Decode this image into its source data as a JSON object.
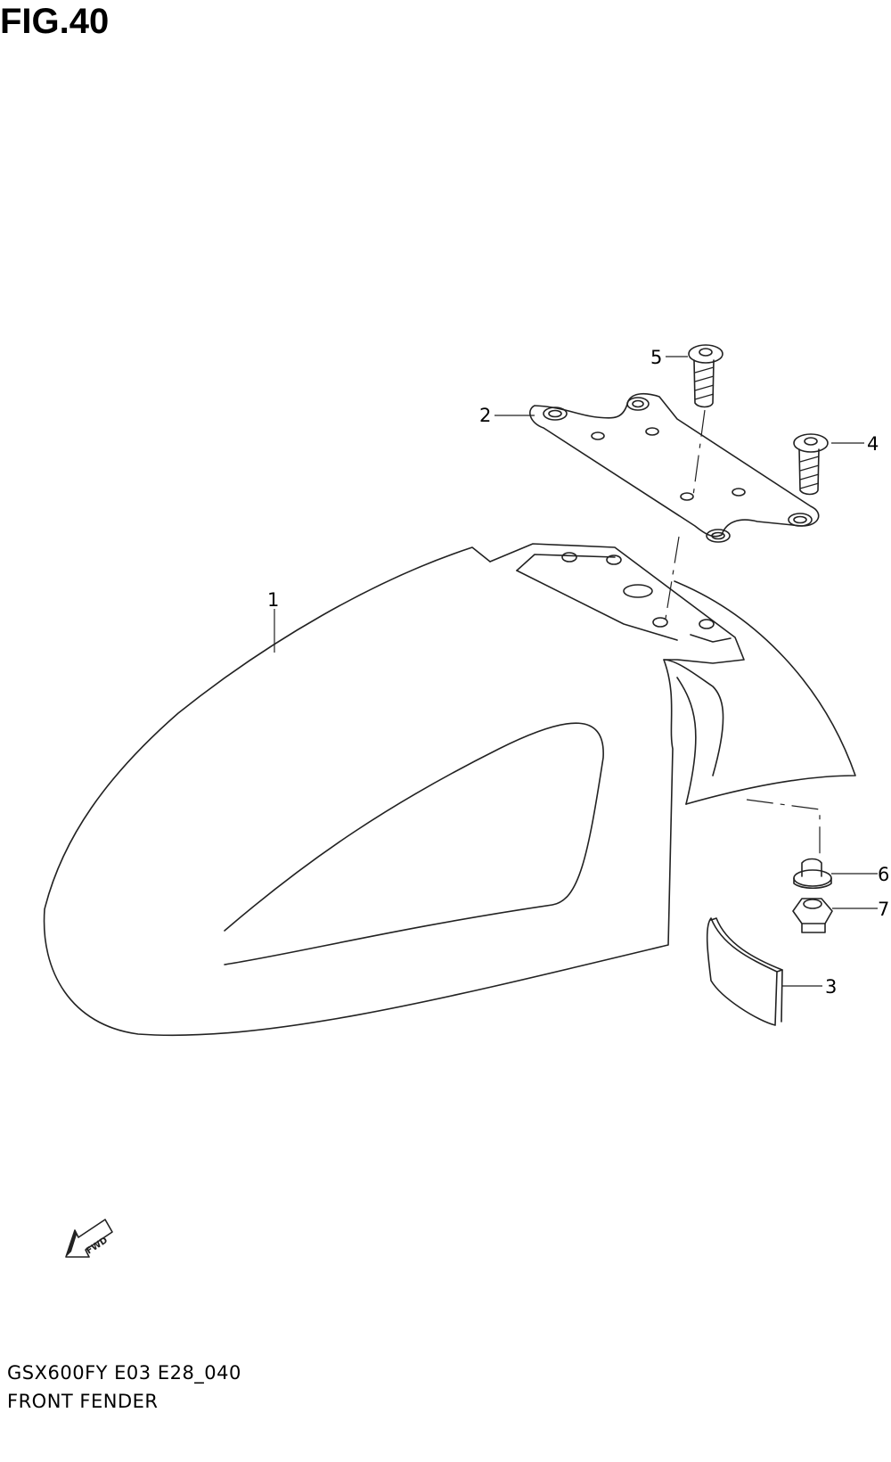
{
  "figure": {
    "title": "FIG.40",
    "model_code": "GSX600FY E03 E28_040",
    "section_name": "FRONT FENDER"
  },
  "callouts": [
    {
      "number": "1",
      "part": "front-fender"
    },
    {
      "number": "2",
      "part": "fender-brace"
    },
    {
      "number": "3",
      "part": "cushion-pad"
    },
    {
      "number": "4",
      "part": "bolt"
    },
    {
      "number": "5",
      "part": "bolt"
    },
    {
      "number": "6",
      "part": "washer"
    },
    {
      "number": "7",
      "part": "nut"
    }
  ],
  "direction_marker": {
    "label": "FWD",
    "icon": "fwd-arrow-icon"
  }
}
